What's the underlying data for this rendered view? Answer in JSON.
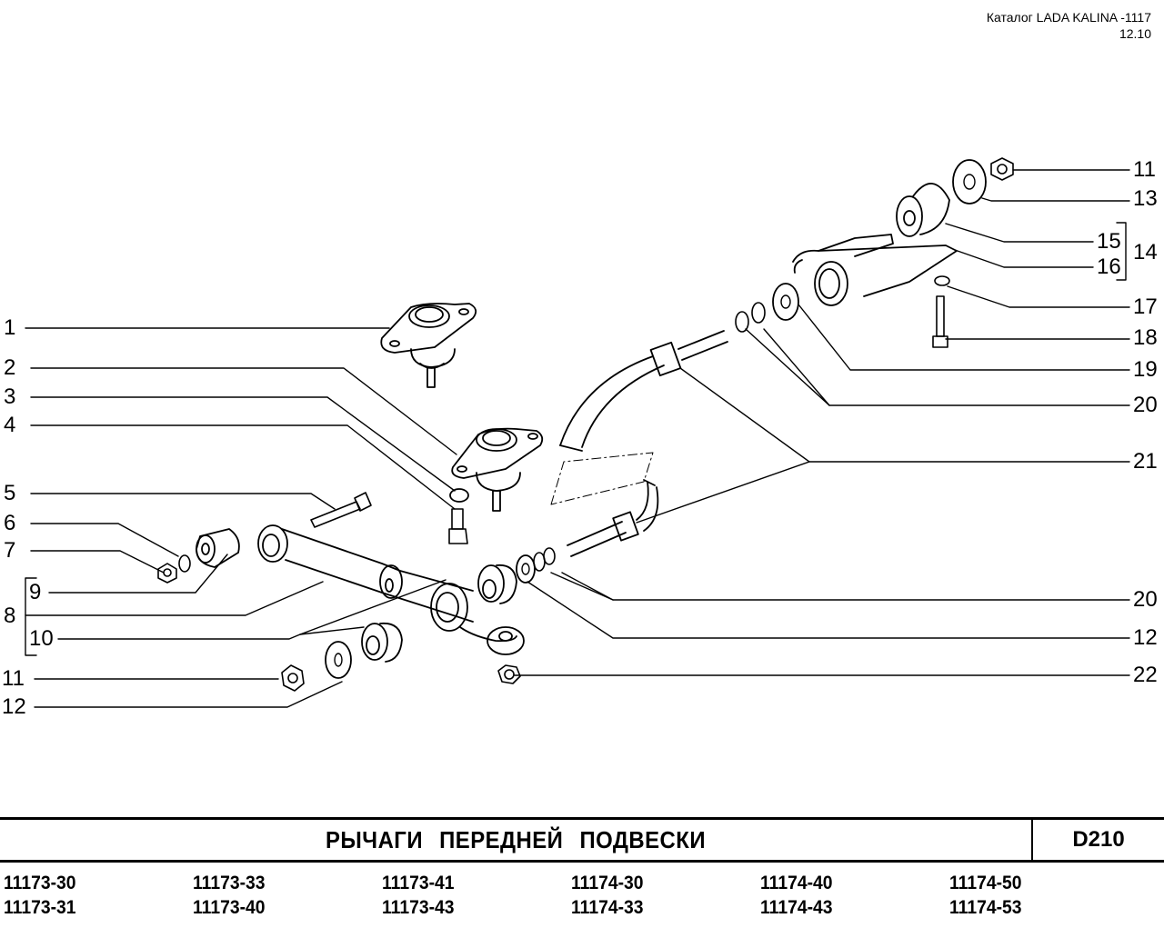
{
  "header": {
    "catalog": "Каталог LADA KALINA -1117",
    "date": "12.10"
  },
  "diagram": {
    "subject": "front-suspension-arms-exploded-view",
    "callouts_left": [
      "1",
      "2",
      "3",
      "4",
      "5",
      "6",
      "7",
      "8",
      "9",
      "10",
      "11",
      "12"
    ],
    "callouts_right": [
      "11",
      "13",
      "15",
      "16",
      "14",
      "17",
      "18",
      "19",
      "20",
      "21",
      "20",
      "12",
      "22"
    ],
    "groups": [
      {
        "parent": "8",
        "children": [
          "9",
          "10"
        ]
      },
      {
        "parent": "14",
        "children": [
          "15",
          "16"
        ]
      }
    ]
  },
  "footer": {
    "title": "РЫЧАГИ ПЕРЕДНЕЙ ПОДВЕСКИ",
    "code": "D210",
    "models": [
      [
        "11173-30",
        "11173-31"
      ],
      [
        "11173-33",
        "11173-40"
      ],
      [
        "11173-41",
        "11173-43"
      ],
      [
        "11174-30",
        "11174-33"
      ],
      [
        "11174-40",
        "11174-43"
      ],
      [
        "11174-50",
        "11174-53"
      ]
    ]
  }
}
